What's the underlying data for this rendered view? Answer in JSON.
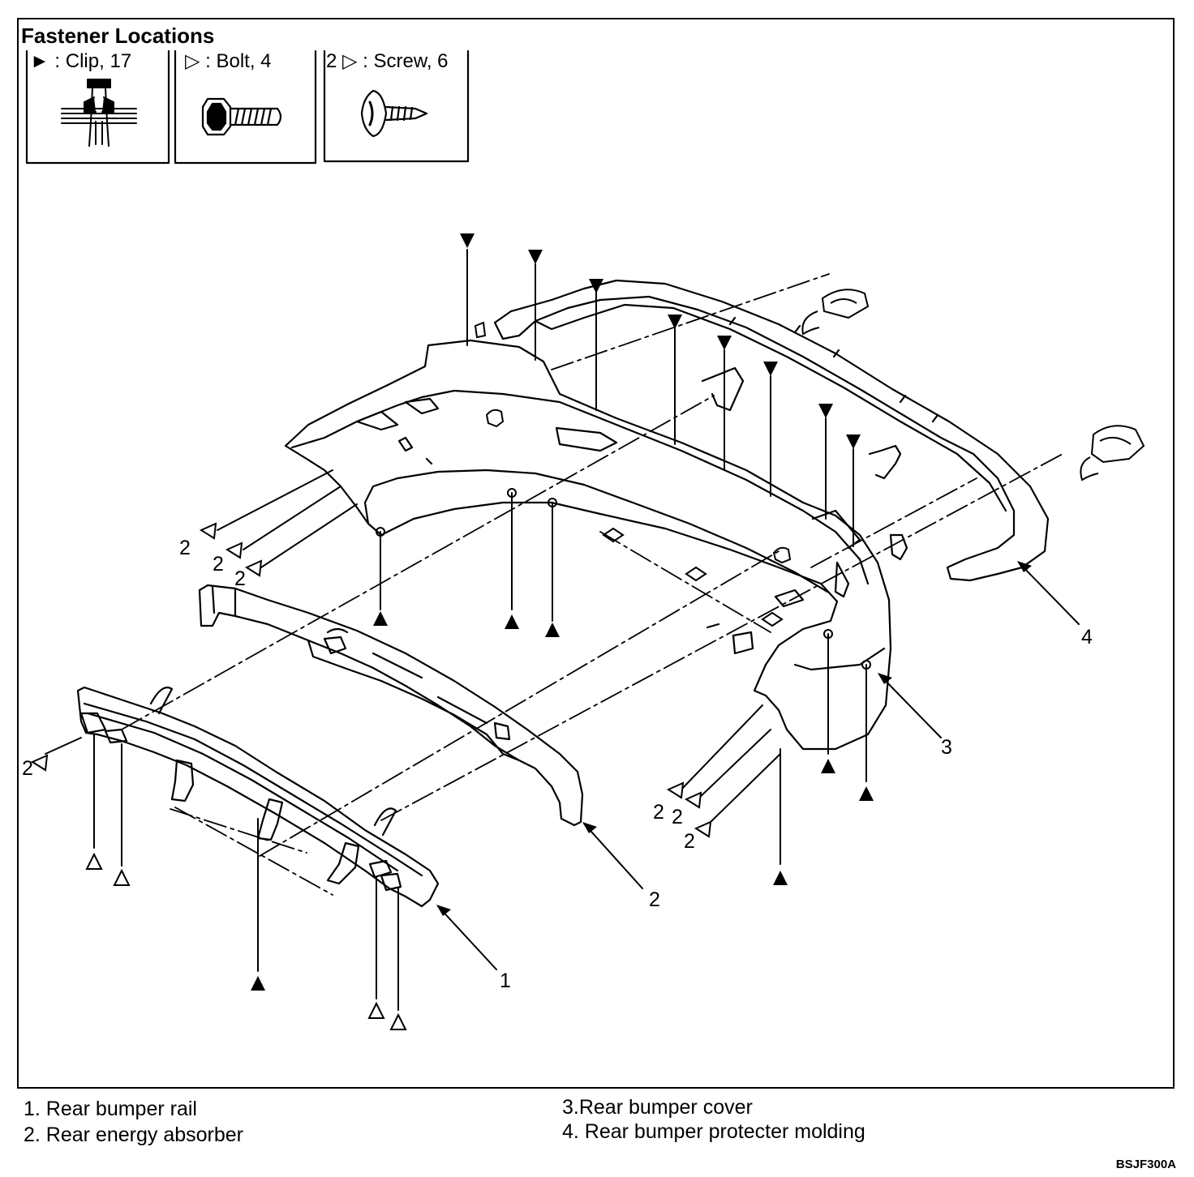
{
  "fastener_legend": {
    "title": "Fastener Locations",
    "items": [
      {
        "symbol": "filled-triangle",
        "label": "► : Clip, 17"
      },
      {
        "symbol": "open-triangle",
        "label": "▷ : Bolt, 4"
      },
      {
        "symbol": "open-triangle-2",
        "label": "2 ▷ : Screw, 6"
      }
    ]
  },
  "callouts": {
    "rail": "1",
    "absorber": "2",
    "cover": "3",
    "molding": "4",
    "screw_qty": "2"
  },
  "parts": [
    {
      "number": "1",
      "text": "1. Rear bumper rail"
    },
    {
      "number": "2",
      "text": "2. Rear energy absorber"
    },
    {
      "number": "3",
      "text": "3.Rear bumper cover"
    },
    {
      "number": "4",
      "text": "4. Rear bumper protecter molding"
    }
  ],
  "figure_code": "BSJF300A",
  "icons": [
    "clip-icon",
    "bolt-icon",
    "screw-icon",
    "filled-triangle-icon",
    "open-triangle-icon"
  ]
}
